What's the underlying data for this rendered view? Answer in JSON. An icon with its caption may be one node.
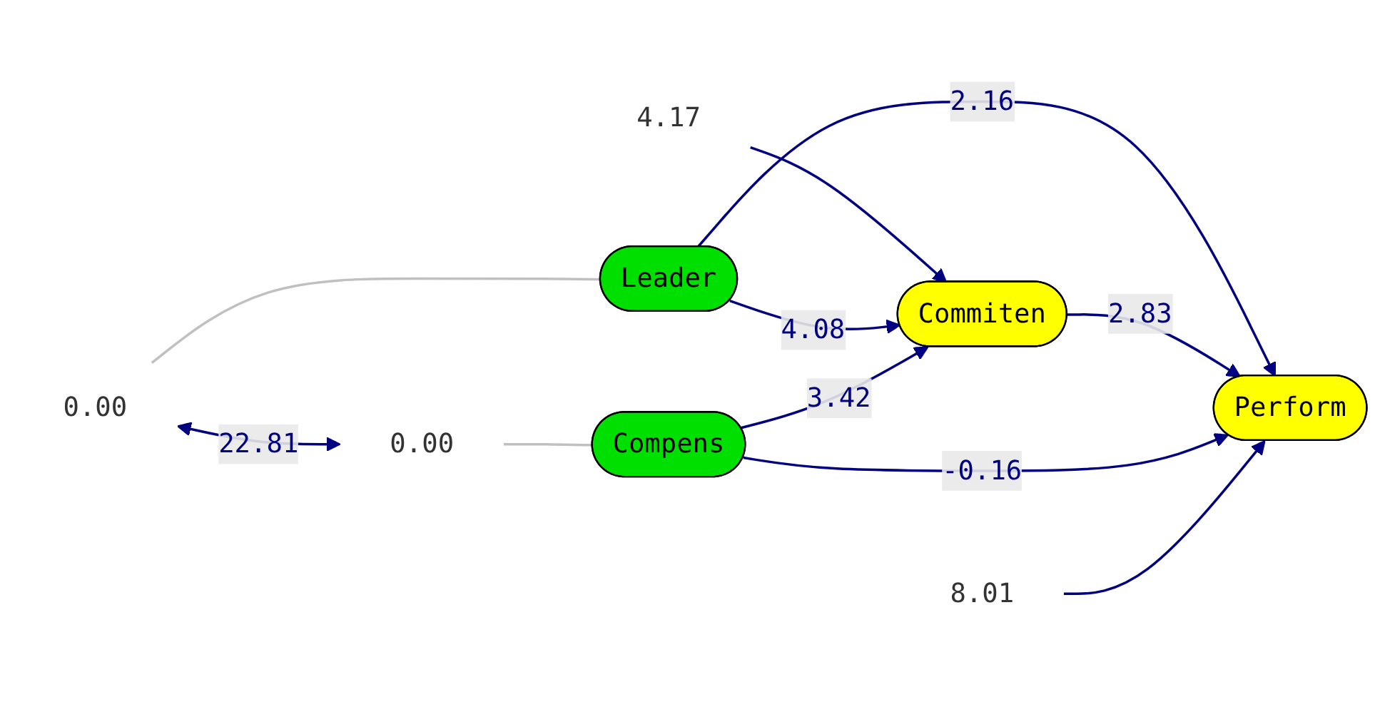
{
  "diagram": {
    "nodes": [
      {
        "text": [
          "Commiten"
        ]
      },
      {
        "text": [
          "4.17"
        ]
      },
      {
        "text": [
          "0.00"
        ]
      },
      {
        "text": [
          "Leader"
        ]
      },
      {
        "text": [
          "0.00"
        ]
      },
      {
        "text": [
          "Compens"
        ]
      },
      {
        "text": [
          "Perform"
        ]
      },
      {
        "text": [
          "8.01"
        ]
      }
    ],
    "edges": [
      {
        "from": 1,
        "to": 0,
        "arrow": "to"
      },
      {
        "from": 2,
        "to": 3,
        "arrow": "none",
        "color": "#c0c0c0"
      },
      {
        "from": 3,
        "to": 0,
        "arrow": "to",
        "label": "4.08"
      },
      {
        "from": 5,
        "to": 0,
        "arrow": "to",
        "label": "3.42"
      },
      {
        "from": 3,
        "to": 6,
        "arrow": "to",
        "label": "2.16"
      },
      {
        "from": 0,
        "to": 6,
        "arrow": "to",
        "label": "2.83"
      },
      {
        "from": 2,
        "to": 4,
        "arrow": "both",
        "label": "22.81"
      },
      {
        "from": 5,
        "to": 6,
        "arrow": "to",
        "label": "-0.16"
      },
      {
        "from": 4,
        "to": 5,
        "arrow": "none",
        "color": "#c0c0c0"
      },
      {
        "from": 7,
        "to": 6,
        "arrow": "to"
      }
    ]
  }
}
